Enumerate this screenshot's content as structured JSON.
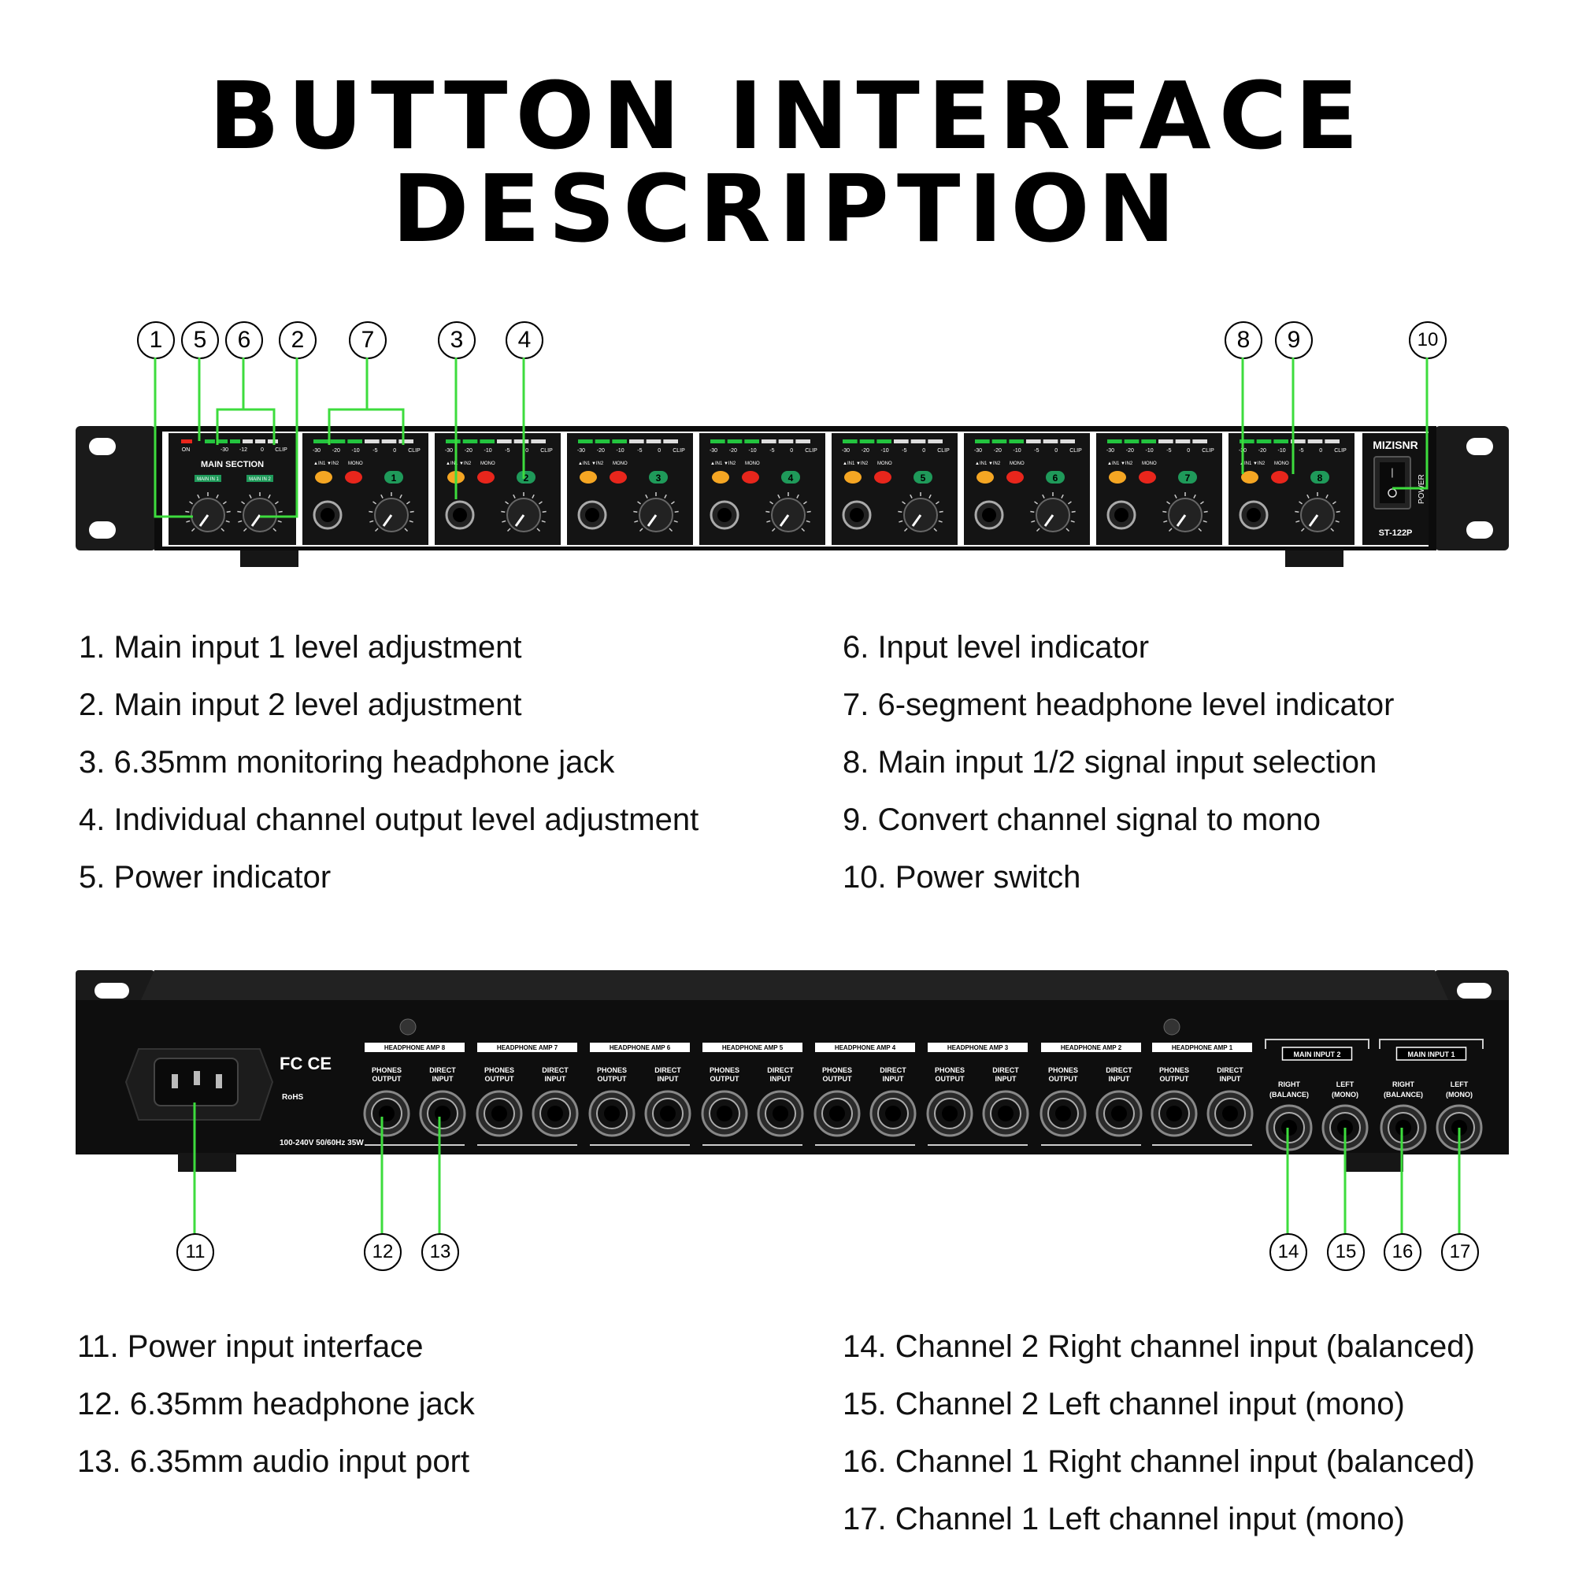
{
  "title": {
    "line1": "BUTTON INTERFACE",
    "line2": "DESCRIPTION"
  },
  "front_panel": {
    "brand": "MIZISNR",
    "model": "ST-122P",
    "power_label": "POWER",
    "main_section_label": "MAIN SECTION",
    "main_in_1": "MAIN IN 1",
    "main_in_2": "MAIN IN 2",
    "on_label": "ON",
    "meter_labels": [
      "-30",
      "-20",
      "-10",
      "-5",
      "0",
      "CLIP"
    ],
    "main_meter_labels": [
      "-30",
      "-12",
      "0",
      "CLIP"
    ],
    "selector_label": "▲IN1 ▼IN2",
    "mono_label": "MONO",
    "channels": [
      "1",
      "2",
      "3",
      "4",
      "5",
      "6",
      "7",
      "8"
    ]
  },
  "back_panel": {
    "headphone_amps": [
      "HEADPHONE AMP 8",
      "HEADPHONE AMP 7",
      "HEADPHONE AMP 6",
      "HEADPHONE AMP 5",
      "HEADPHONE AMP 4",
      "HEADPHONE AMP 3",
      "HEADPHONE AMP 2",
      "HEADPHONE AMP 1"
    ],
    "phones_output": "PHONES OUTPUT",
    "direct_input": "DIRECT INPUT",
    "main_input_2": "MAIN INPUT 2",
    "main_input_1": "MAIN INPUT 1",
    "right_balance": "RIGHT (BALANCE)",
    "left_mono": "LEFT (MONO)",
    "power_spec": "100-240V 50/60Hz 35W",
    "cert": "FC CE",
    "rohs": "RoHS"
  },
  "front_callouts": [
    "1",
    "5",
    "6",
    "2",
    "7",
    "3",
    "4",
    "8",
    "9",
    "10"
  ],
  "back_callouts": [
    "11",
    "12",
    "13",
    "14",
    "15",
    "16",
    "17"
  ],
  "front_descriptions_left": [
    "1. Main input 1 level adjustment",
    "2. Main input 2 level adjustment",
    "3. 6.35mm monitoring headphone jack",
    "4. Individual channel output level adjustment",
    "5. Power indicator"
  ],
  "front_descriptions_right": [
    "6. Input level indicator",
    "7. 6-segment headphone level indicator",
    "8. Main input 1/2 signal input selection",
    "9. Convert channel signal to mono",
    "10. Power switch"
  ],
  "back_descriptions_left": [
    "11. Power input interface",
    "12. 6.35mm headphone jack",
    "13. 6.35mm audio input port"
  ],
  "back_descriptions_right": [
    "14. Channel 2 Right channel input (balanced)",
    "15. Channel 2 Left channel input (mono)",
    "16. Channel 1 Right channel input (balanced)",
    "17. Channel 1 Left channel input (mono)"
  ],
  "colors": {
    "leader": "#3ddc3d",
    "amber_led": "#f5a623",
    "red_led": "#e8261c",
    "green_badge": "#1f9a5a",
    "panel": "#111111"
  }
}
